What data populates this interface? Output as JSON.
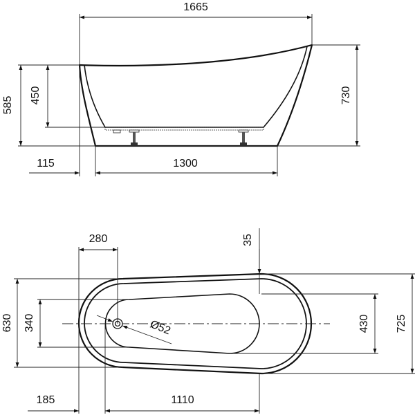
{
  "side_view": {
    "overall_length": "1665",
    "height_low_end": "585",
    "depth": "450",
    "height_high_end": "730",
    "head_offset": "115",
    "base_length": "1300"
  },
  "top_view": {
    "drain_offset": "280",
    "rim_offset": "35",
    "width_head": "630",
    "basin_width_head": "340",
    "basin_width_foot": "430",
    "overall_width": "725",
    "basin_start_offset": "185",
    "basin_length": "1110",
    "drain_diameter": "Ø52"
  },
  "colors": {
    "line": "#111111",
    "background": "#ffffff"
  }
}
